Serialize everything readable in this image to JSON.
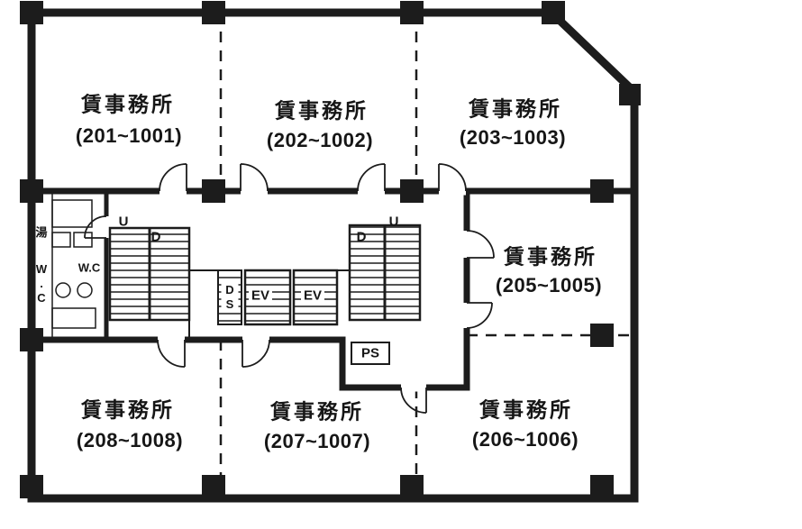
{
  "canvas": {
    "background": "#ffffff",
    "ink": "#1c1c1c"
  },
  "offices": [
    {
      "unit": "201",
      "label": "賃事務所",
      "range": "(201~1001)"
    },
    {
      "unit": "202",
      "label": "賃事務所",
      "range": "(202~1002)"
    },
    {
      "unit": "203",
      "label": "賃事務所",
      "range": "(203~1003)"
    },
    {
      "unit": "205",
      "label": "賃事務所",
      "range": "(205~1005)"
    },
    {
      "unit": "208",
      "label": "賃事務所",
      "range": "(208~1008)"
    },
    {
      "unit": "207",
      "label": "賃事務所",
      "range": "(207~1007)"
    },
    {
      "unit": "206",
      "label": "賃事務所",
      "range": "(206~1006)"
    }
  ],
  "core": {
    "stair_left_up": "U",
    "stair_left_down": "D",
    "stair_right_down": "D",
    "stair_right_up": "U",
    "elevator_left": "EV",
    "elevator_right": "EV",
    "duct_shaft": "DS",
    "pipe_shaft": "PS",
    "toilet": "W.C",
    "toilet_vertical": "W.C",
    "hot_water": "湯"
  }
}
